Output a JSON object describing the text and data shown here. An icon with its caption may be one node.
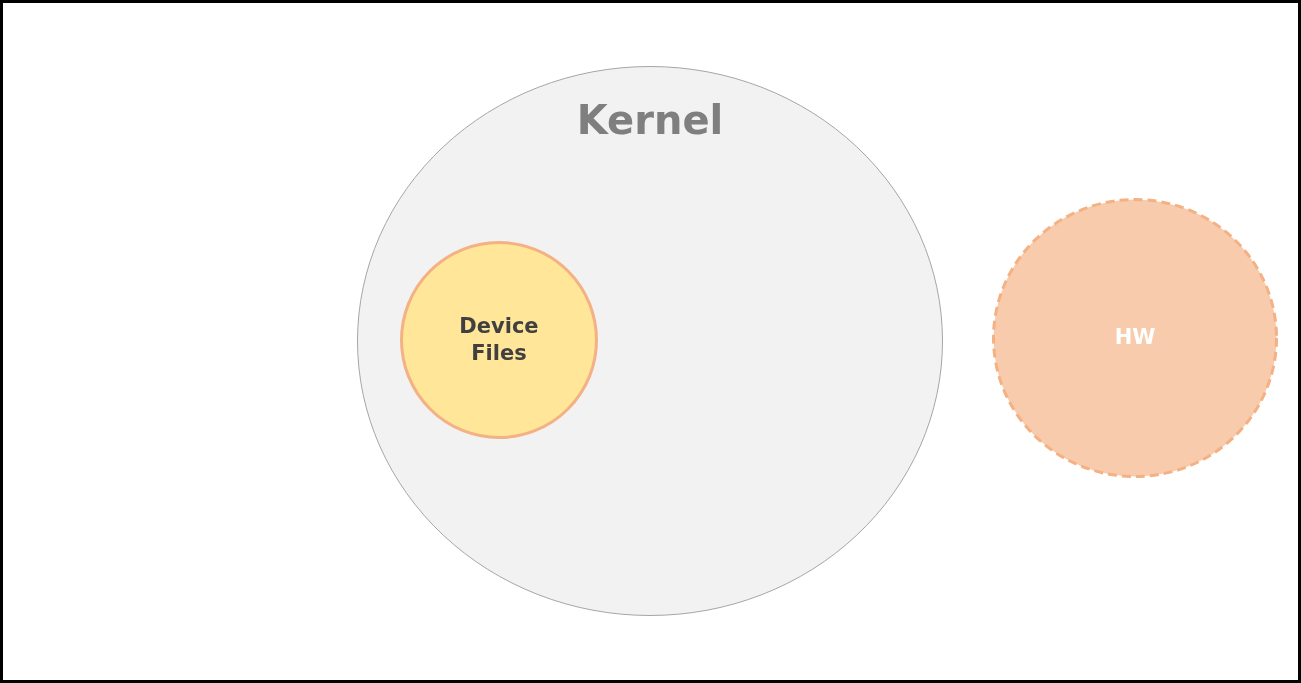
{
  "diagram": {
    "nodes": [
      {
        "text": [
          "Kernel"
        ]
      },
      {
        "text": [
          "Device Files"
        ],
        "in": 0
      },
      {
        "text": [
          "HW"
        ]
      }
    ]
  }
}
